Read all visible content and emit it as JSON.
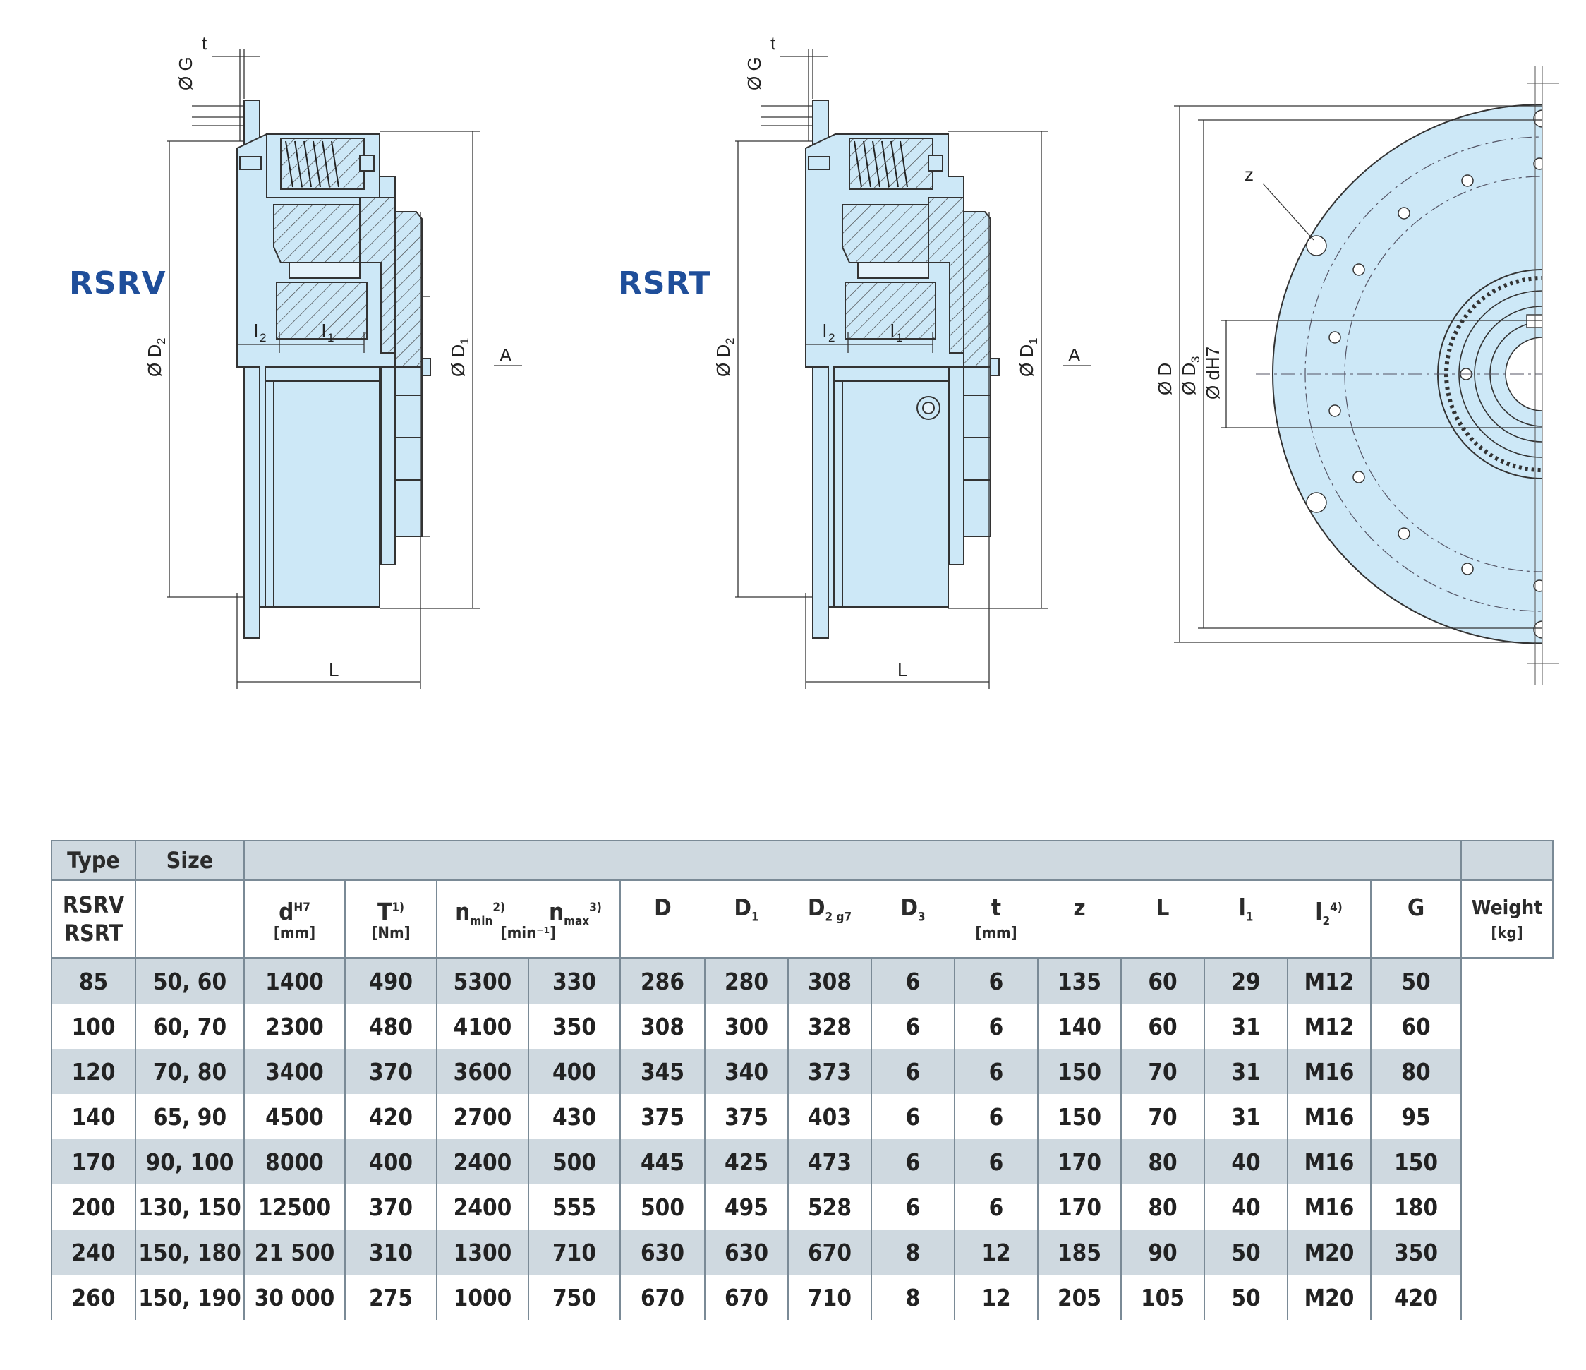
{
  "drawings": {
    "rsrv_label": "RSRV",
    "rsrt_label": "RSRT",
    "dims": {
      "t": "t",
      "g": "Ø G",
      "d2": "Ø D",
      "d2_sub": "2",
      "d1": "Ø D",
      "d1_sub": "1",
      "l2": "l",
      "l2_sub": "2",
      "l1": "l",
      "l1_sub": "1",
      "a": "A",
      "l": "L",
      "z": "z",
      "d": "Ø D",
      "d3": "Ø D",
      "d3_sub": "3",
      "dh7": "Ø dH7"
    }
  },
  "table": {
    "header": {
      "type": "Type",
      "size": "Size"
    },
    "columns": {
      "d": {
        "sym": "d",
        "sup": "H7",
        "unit": "[mm]"
      },
      "T": {
        "sym": "T",
        "sup": "1)",
        "unit": "[Nm]"
      },
      "nmin": {
        "sym": "n",
        "sub": "min",
        "sup": "2)"
      },
      "nmax": {
        "sym": "n",
        "sub": "max",
        "sup": "3)"
      },
      "n_unit": "[min⁻¹]",
      "D": {
        "sym": "D"
      },
      "D1": {
        "sym": "D",
        "sub": "1"
      },
      "D2": {
        "sym": "D",
        "sub": "2 g7"
      },
      "D3": {
        "sym": "D",
        "sub": "3"
      },
      "t": {
        "sym": "t",
        "unit": "[mm]"
      },
      "z": {
        "sym": "z"
      },
      "L": {
        "sym": "L"
      },
      "l1": {
        "sym": "l",
        "sub": "1"
      },
      "l2": {
        "sym": "l",
        "sub": "2",
        "sup": "4)"
      },
      "G": {
        "sym": "G"
      },
      "weight": {
        "sym": "Weight",
        "unit": "[kg]"
      }
    },
    "type_value": [
      "RSRV",
      "RSRT"
    ],
    "rows": [
      [
        "85",
        "50, 60",
        "1400",
        "490",
        "5300",
        "330",
        "286",
        "280",
        "308",
        "6",
        "6",
        "135",
        "60",
        "29",
        "M12",
        "50"
      ],
      [
        "100",
        "60, 70",
        "2300",
        "480",
        "4100",
        "350",
        "308",
        "300",
        "328",
        "6",
        "6",
        "140",
        "60",
        "31",
        "M12",
        "60"
      ],
      [
        "120",
        "70, 80",
        "3400",
        "370",
        "3600",
        "400",
        "345",
        "340",
        "373",
        "6",
        "6",
        "150",
        "70",
        "31",
        "M16",
        "80"
      ],
      [
        "140",
        "65, 90",
        "4500",
        "420",
        "2700",
        "430",
        "375",
        "375",
        "403",
        "6",
        "6",
        "150",
        "70",
        "31",
        "M16",
        "95"
      ],
      [
        "170",
        "90, 100",
        "8000",
        "400",
        "2400",
        "500",
        "445",
        "425",
        "473",
        "6",
        "6",
        "170",
        "80",
        "40",
        "M16",
        "150"
      ],
      [
        "200",
        "130, 150",
        "12500",
        "370",
        "2400",
        "555",
        "500",
        "495",
        "528",
        "6",
        "6",
        "170",
        "80",
        "40",
        "M16",
        "180"
      ],
      [
        "240",
        "150, 180",
        "21 500",
        "310",
        "1300",
        "710",
        "630",
        "630",
        "670",
        "8",
        "12",
        "185",
        "90",
        "50",
        "M20",
        "350"
      ],
      [
        "260",
        "150, 190",
        "30 000",
        "275",
        "1000",
        "750",
        "670",
        "670",
        "710",
        "8",
        "12",
        "205",
        "105",
        "50",
        "M20",
        "420"
      ]
    ]
  },
  "colors": {
    "part_fill": "#cde8f7",
    "line": "#333333",
    "brand_blue": "#1f4e9a",
    "table_shade": "#cfd9e0"
  }
}
